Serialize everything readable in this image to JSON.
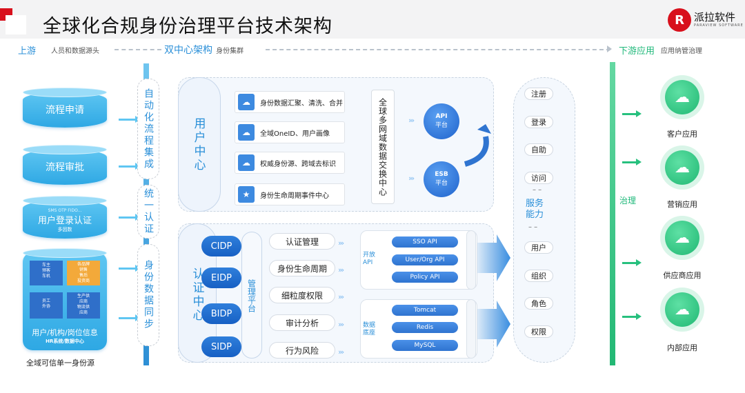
{
  "header": {
    "title": "全球化合规身份治理平台技术架构",
    "logo_mark": "R",
    "logo_name": "派拉软件",
    "logo_sub": "PARAVIEW SOFTWARE"
  },
  "topline": {
    "upstream": "上游",
    "upstream_desc": "人员和数据源头",
    "center": "双中心架构",
    "center_desc": "身份集群",
    "downstream": "下游应用",
    "downstream_desc": "应用纳管治理"
  },
  "sources": [
    {
      "label": "流程申请"
    },
    {
      "label": "流程审批"
    },
    {
      "label": "用户登录认证",
      "tag": "SMS OTP FIDO...",
      "sub": "多因数"
    },
    {
      "label": "用户/机构/岗位信息",
      "sub": "HR系统/数据中心",
      "tiles": [
        "车主\n预客\n车机",
        "各品牌\n销售\n售后\n投资商",
        "员工\n外协",
        "生产供\n应商\n物流供\n应商"
      ]
    }
  ],
  "source_caption": "全域可信单一身份源",
  "side_boxes": [
    "自动化流程集成",
    "统一认证",
    "身份数据同步"
  ],
  "user_center": {
    "label": "用户中心",
    "items": [
      "身份数据汇聚、清洗、合并",
      "全域OneID、用户画像",
      "权威身份源、跨域去标识",
      "身份生命周期事件中心"
    ],
    "exchange": "全球多网域数据交换中心",
    "api": [
      "API",
      "平台"
    ],
    "esb": [
      "ESB",
      "平台"
    ]
  },
  "auth_center": {
    "label": "认证中心",
    "idps": [
      "CIDP",
      "EIDP",
      "BIDP",
      "SIDP"
    ],
    "mgr_label": "管理平台",
    "mgr_items": [
      "认证管理",
      "身份生命周期",
      "细粒度权限",
      "审计分析",
      "行为风险"
    ],
    "open_api_label": "开放API",
    "open_api": [
      "SSO API",
      "User/Org API",
      "Policy API"
    ],
    "db_label": "数据底座",
    "db": [
      "Tomcat",
      "Redis",
      "MySQL"
    ]
  },
  "services": {
    "label": "服务能力",
    "top": [
      "注册",
      "登录",
      "自助",
      "访问"
    ],
    "bottom": [
      "用户",
      "组织",
      "角色",
      "权限"
    ]
  },
  "governance": "治理",
  "apps": [
    "客户应用",
    "营销应用",
    "供应商应用",
    "内部应用"
  ]
}
